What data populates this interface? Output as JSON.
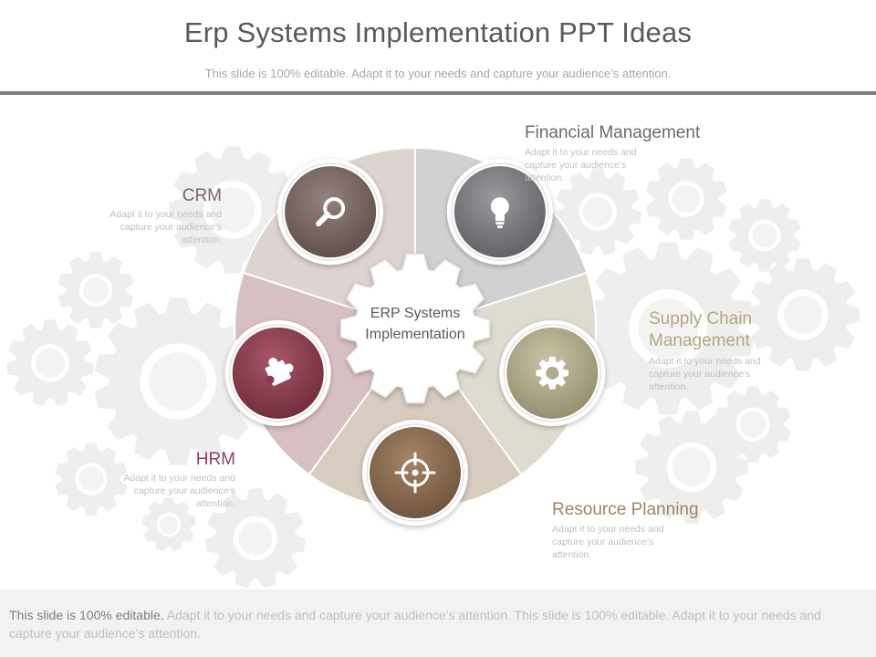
{
  "header": {
    "title": "Erp Systems Implementation PPT Ideas",
    "subtitle": "This slide is 100% editable. Adapt it to your needs and capture your audience’s attention."
  },
  "center": {
    "line1": "ERP Systems",
    "line2": "Implementation"
  },
  "segments": [
    {
      "label": "Financial Management",
      "desc": "Adapt it to your needs and capture your audience’s attention.",
      "icon": "lightbulb-icon",
      "color": "#7b7a7f",
      "segment_color": "#d1d0d2",
      "label_color": "#6b6b6b"
    },
    {
      "label": "Supply Chain Management",
      "desc": "Adapt it to your needs and capture your audience’s attention.",
      "icon": "gear-icon",
      "color": "#b1ab8b",
      "segment_color": "#dedcd0",
      "label_color": "#b3a77f"
    },
    {
      "label": "Resource Planning",
      "desc": "Adapt it to your needs and capture your audience’s attention.",
      "icon": "target-icon",
      "color": "#8a6a4f",
      "segment_color": "#d8cbc0",
      "label_color": "#9e8466"
    },
    {
      "label": "HRM",
      "desc": "Adapt it to your needs and capture your audience’s attention.",
      "icon": "puzzle-icon",
      "color": "#8d3c4e",
      "segment_color": "#d8bfc4",
      "label_color": "#8d4456"
    },
    {
      "label": "CRM",
      "desc": "Adapt it to your needs and capture your audience’s attention.",
      "icon": "search-icon",
      "color": "#7a6662",
      "segment_color": "#ddd3d1",
      "label_color": "#7a6662"
    }
  ],
  "footer": {
    "lead": "This slide is 100% editable.",
    "text": " Adapt it to your needs and capture your audience’s attention. This slide is 100% editable. Adapt it to your needs and capture your audience’s attention."
  }
}
